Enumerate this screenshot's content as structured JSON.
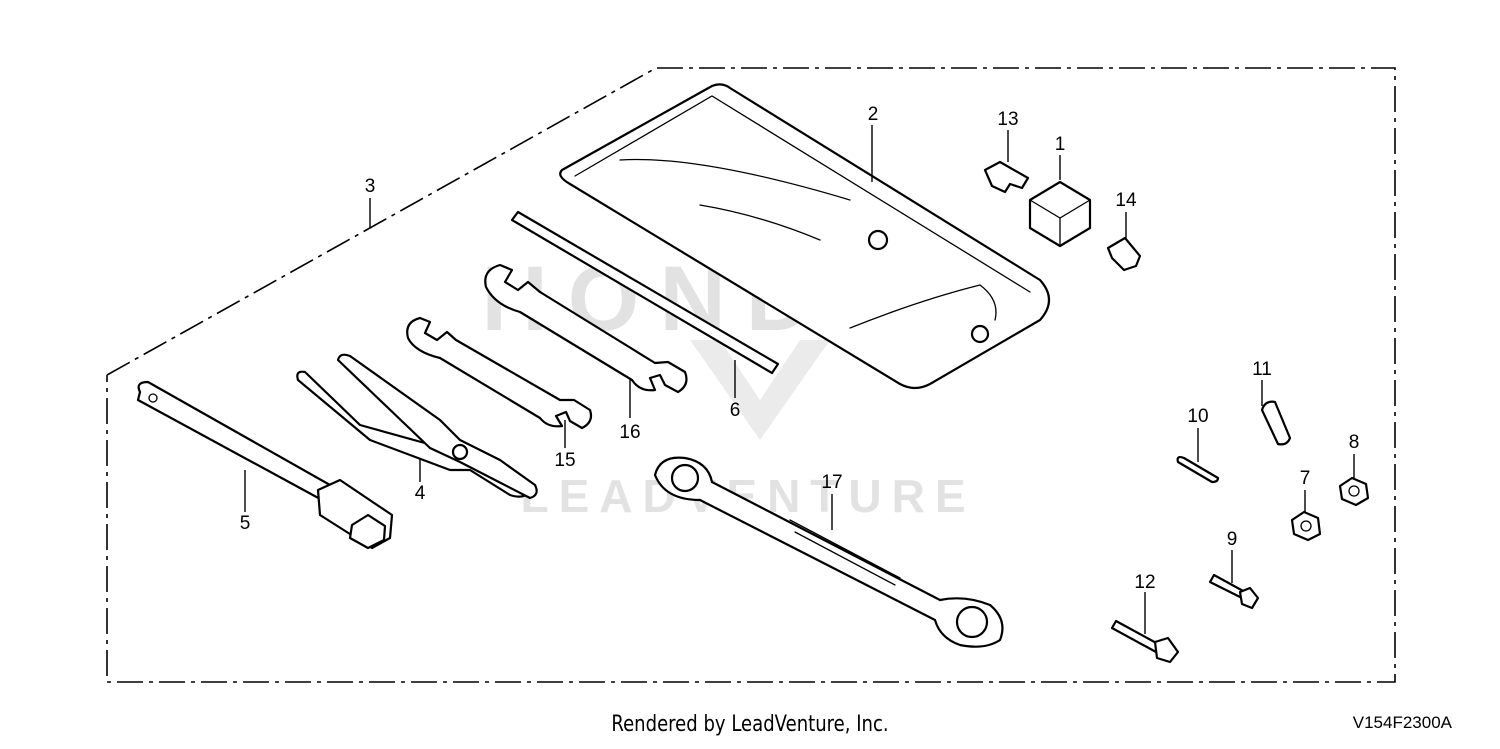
{
  "diagram": {
    "code": "V154F2300A",
    "credit": "Rendered by LeadVenture, Inc.",
    "watermark": {
      "brand": "HONDA",
      "text": "LEADVENTURE"
    },
    "callouts": [
      "1",
      "2",
      "3",
      "4",
      "5",
      "6",
      "7",
      "8",
      "9",
      "10",
      "11",
      "12",
      "13",
      "14",
      "15",
      "16",
      "17"
    ]
  }
}
